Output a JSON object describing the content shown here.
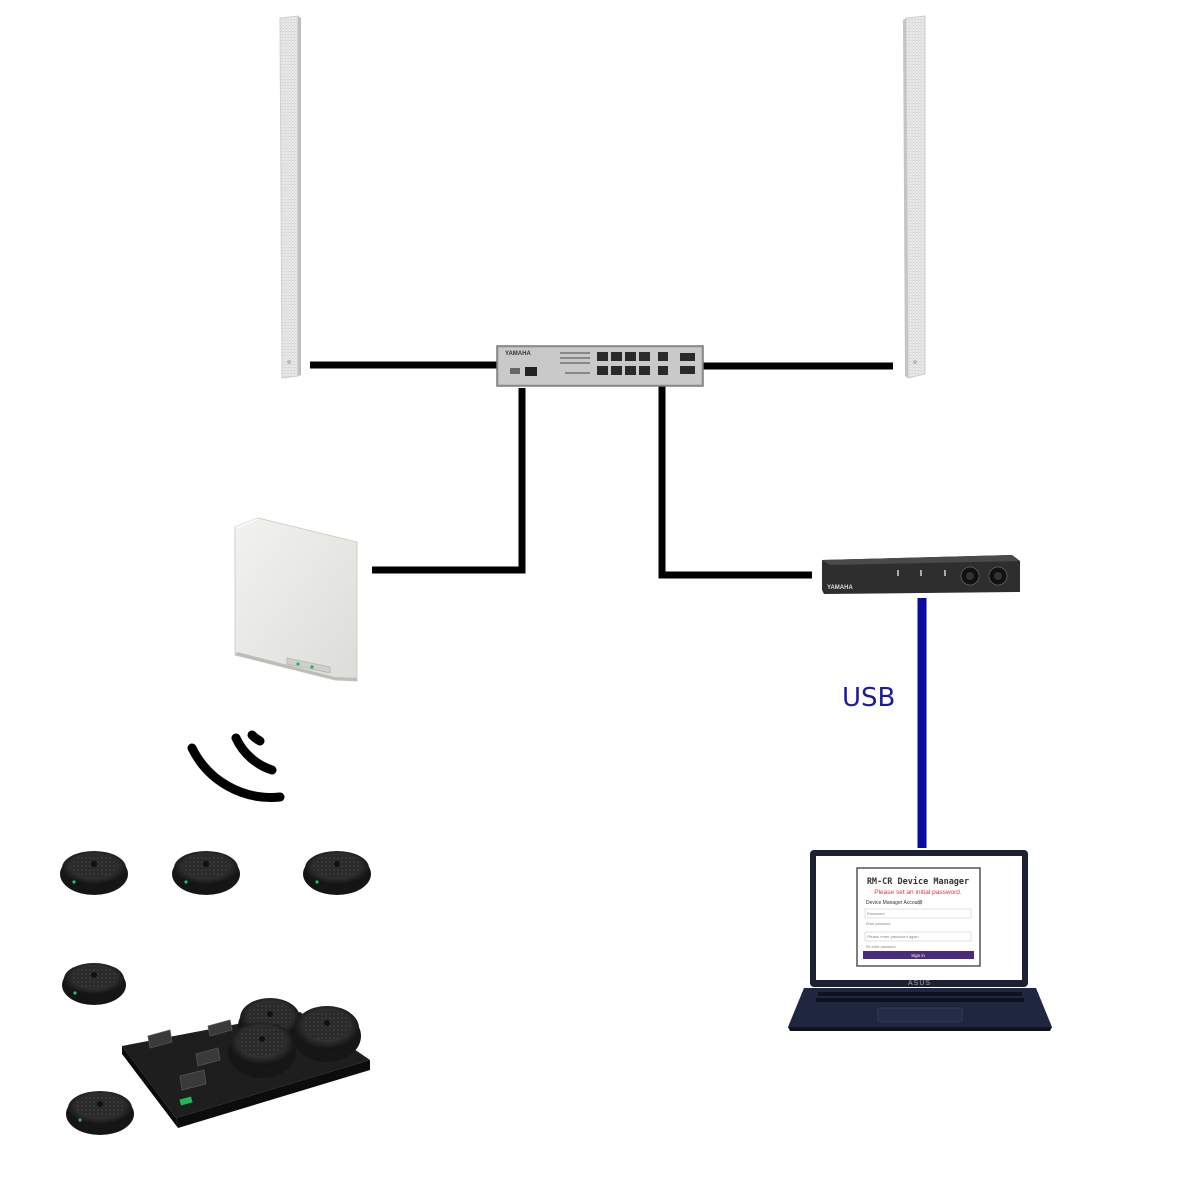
{
  "connections": {
    "usb_label": "USB",
    "ethernet_color": "#000000",
    "usb_color": "#0a0aa0"
  },
  "switch": {
    "brand": "YAMAHA"
  },
  "processor": {
    "brand": "YAMAHA"
  },
  "laptop": {
    "brand": "ASUS",
    "screen": {
      "title": "RM-CR Device Manager",
      "subtitle": "Please set an initial password.",
      "account_label": "Device Manager Account",
      "password_placeholder": "Password",
      "password_hint": "Enter password",
      "confirm_placeholder": "Please enter password again",
      "confirm_hint": "Re-enter password",
      "button_label": "Sign in",
      "button_color": "#4b2a7b"
    }
  },
  "colors": {
    "speaker": "#ececec",
    "device_dark": "#2e2e2e",
    "access_point": "#e6e6e3"
  }
}
